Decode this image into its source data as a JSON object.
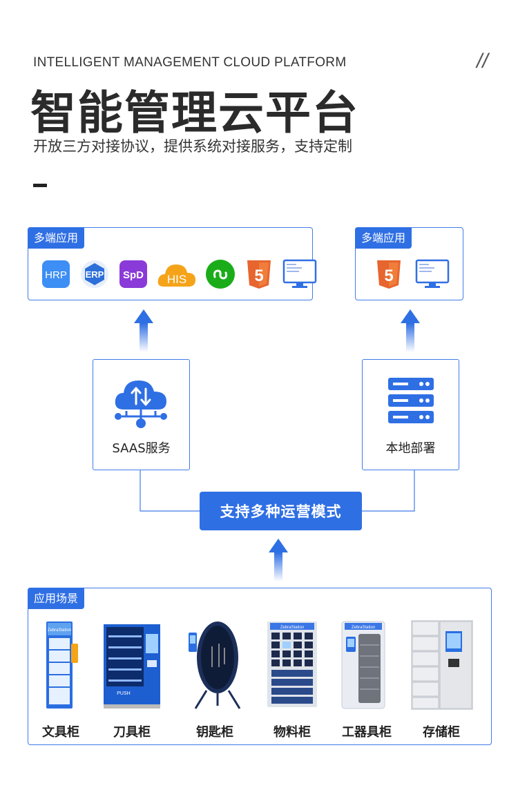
{
  "header": {
    "eyebrow": "INTELLIGENT MANAGEMENT CLOUD PLATFORM",
    "slashes": "//",
    "title": "智能管理云平台",
    "subtitle": "开放三方对接协议，提供系统对接服务，支持定制"
  },
  "apps_left": {
    "tag": "多端应用",
    "items": [
      {
        "icon": "hrp-icon",
        "label": "HRP",
        "color": "#3d8ef5"
      },
      {
        "icon": "erp-icon",
        "label": "ERP",
        "color": "#2d6fd8"
      },
      {
        "icon": "spd-icon",
        "label": "SpD",
        "color": "#8a3ad8"
      },
      {
        "icon": "his-icon",
        "label": "HIS",
        "color": "#f5a319"
      },
      {
        "icon": "mini-program-icon",
        "label": "",
        "color": "#1aad19"
      },
      {
        "icon": "html5-icon",
        "label": "5",
        "color": "#e7652e"
      },
      {
        "icon": "monitor-icon",
        "label": "",
        "color": "#2f6fe4"
      }
    ]
  },
  "apps_right": {
    "tag": "多端应用",
    "items": [
      {
        "icon": "html5-icon",
        "label": "5",
        "color": "#e7652e"
      },
      {
        "icon": "monitor-icon",
        "label": "",
        "color": "#2f6fe4"
      }
    ]
  },
  "saas": {
    "label": "SAAS服务",
    "icon": "cloud-sync-icon"
  },
  "local": {
    "label": "本地部署",
    "icon": "server-icon"
  },
  "mode": {
    "label": "支持多种运营模式"
  },
  "scenes": {
    "tag": "应用场景",
    "items": [
      {
        "label": "文具柜",
        "icon": "stationery-cabinet-icon"
      },
      {
        "label": "刀具柜",
        "icon": "tool-cabinet-icon"
      },
      {
        "label": "钥匙柜",
        "icon": "key-cabinet-icon"
      },
      {
        "label": "物料柜",
        "icon": "material-cabinet-icon"
      },
      {
        "label": "工器具柜",
        "icon": "instrument-cabinet-icon"
      },
      {
        "label": "存储柜",
        "icon": "storage-cabinet-icon"
      }
    ],
    "brand_text": "ZebraStation",
    "push_text": "PUSH"
  },
  "colors": {
    "accent": "#2f6fe4",
    "border": "#3f7be8",
    "arrow_light": "#dbe6fb"
  }
}
